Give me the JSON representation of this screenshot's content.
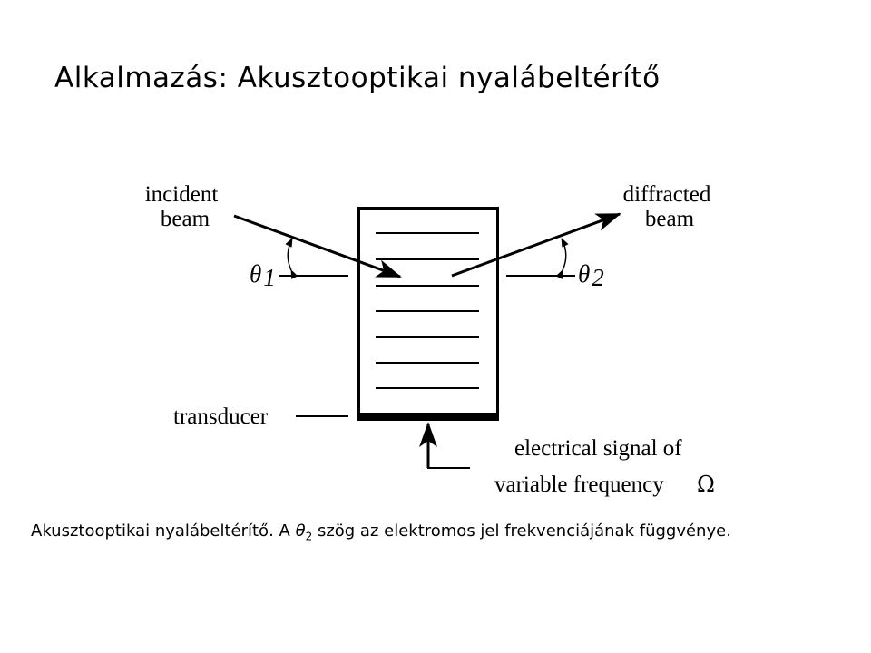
{
  "title": "Alkalmazás: Akusztooptikai nyalábeltérítő",
  "diagram": {
    "incident_label_line1": "incident",
    "incident_label_line2": "beam",
    "diffracted_label_line1": "diffracted",
    "diffracted_label_line2": "beam",
    "theta1_symbol": "θ",
    "theta1_subscript": "1",
    "theta2_symbol": "θ",
    "theta2_subscript": "2",
    "transducer_label": "transducer",
    "signal_label_line1": "electrical signal of",
    "signal_label_line2": "variable frequency",
    "omega_symbol": "Ω"
  },
  "caption": {
    "text_before": "Akusztooptikai nyalábeltérítő. A ",
    "theta_symbol": "θ",
    "theta_subscript": "2",
    "text_after": " szög az elektromos jel frekvenciájának függvénye."
  }
}
